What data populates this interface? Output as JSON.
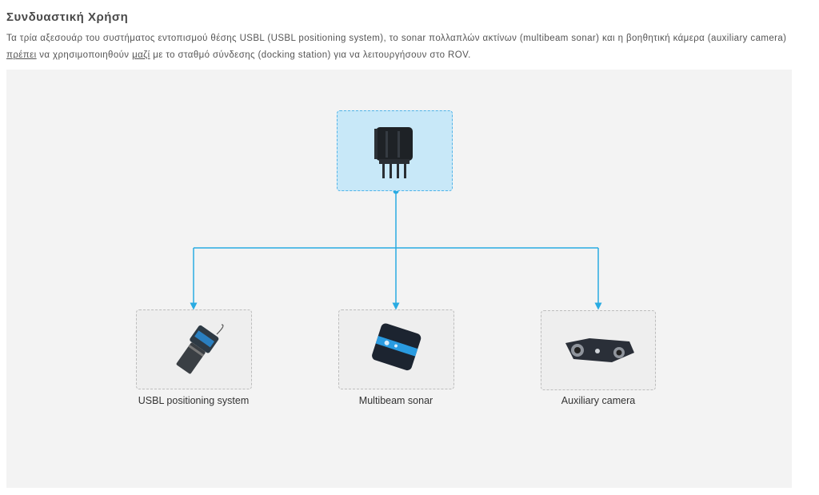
{
  "section": {
    "title": "Συνδυαστική Χρήση",
    "paragraph_part1": "Τα τρία αξεσουάρ του συστήματος εντοπισμού θέσης USBL (USBL positioning system), το sonar πολλαπλών ακτίνων (multibeam sonar) και η βοηθητική κάμερα (auxiliary camera)",
    "paragraph_underline1": "πρέπει",
    "paragraph_part2": "να χρησιμοποιηθούν",
    "paragraph_underline2": "μαζί",
    "paragraph_part3": "με το σταθμό σύνδεσης (docking station) για να λειτουργήσουν στο ROV."
  },
  "diagram": {
    "root_icon": "docking-station-connector",
    "accent_color": "#29abe2",
    "children": [
      {
        "label": "USBL positioning system",
        "icon": "usbl-device"
      },
      {
        "label": "Multibeam sonar",
        "icon": "multibeam-sonar"
      },
      {
        "label": "Auxiliary camera",
        "icon": "auxiliary-camera"
      }
    ]
  }
}
